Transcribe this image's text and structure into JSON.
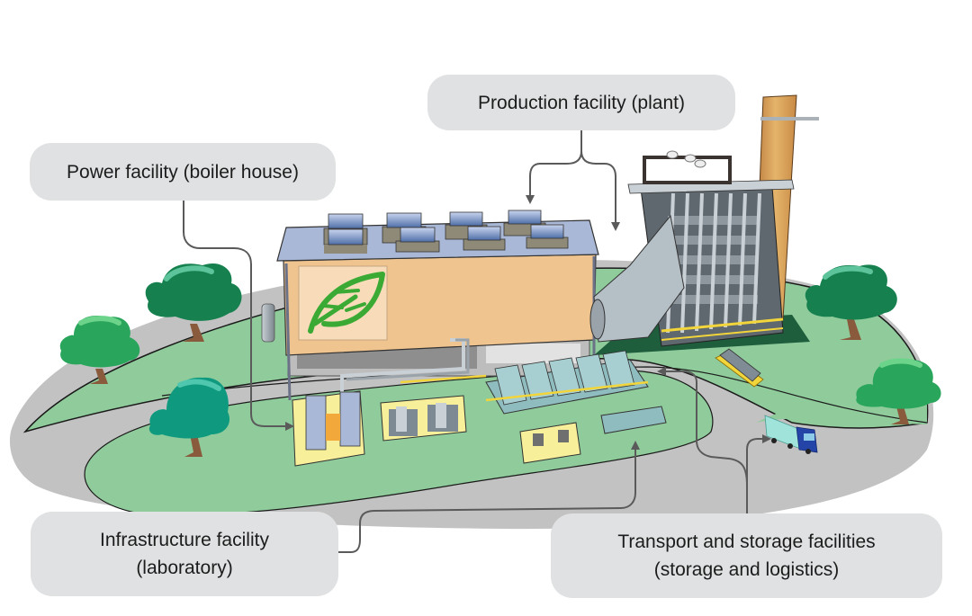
{
  "diagram": {
    "title": "Biomass plant site facilities",
    "callouts": {
      "production": {
        "label": "Production facility (plant)"
      },
      "power": {
        "label": "Power facility (boiler house)"
      },
      "infrastructure": {
        "line1": "Infrastructure facility",
        "line2": "(laboratory)"
      },
      "transport": {
        "line1": "Transport and storage facilities",
        "line2": "(storage and logistics)"
      }
    },
    "colors": {
      "callout_bg": "#dfe1e2",
      "grass": "#8fcb9b",
      "grass_dark": "#1f5e3c",
      "road": "#c2c2c2",
      "building_facade": "#f0c48f",
      "building_roof": "#a9b8d6",
      "leaf_logo": "#3aaa35",
      "chimney": "#d9a25a",
      "boiler_steel": "#8e979e",
      "railing": "#f2d43b",
      "tank_teal": "#8fbcbf",
      "truck_cab": "#2444a8",
      "truck_trailer": "#9fe3da",
      "connector": "#5a5a5a"
    }
  }
}
